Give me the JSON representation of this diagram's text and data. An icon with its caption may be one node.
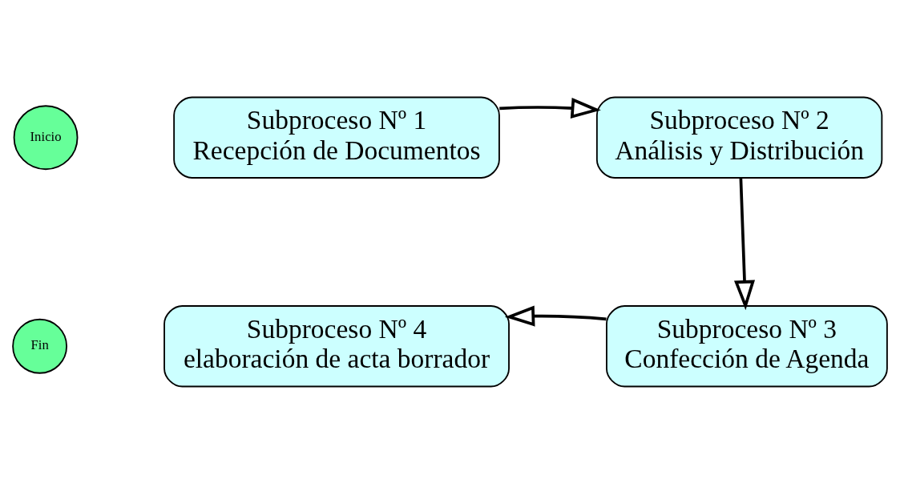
{
  "diagram": {
    "nodes": [
      {
        "text": [
          "Inicio"
        ]
      },
      {
        "text": [
          "Subproceso Nº 1",
          "Recepción de Documentos"
        ]
      },
      {
        "text": [
          "Subproceso Nº 2",
          "Análisis y Distribución"
        ]
      },
      {
        "text": [
          "Subproceso Nº 3",
          "Confección de Agenda"
        ]
      },
      {
        "text": [
          "Subproceso Nº 4",
          "elaboración de acta borrador"
        ]
      },
      {
        "text": [
          "Fin"
        ]
      }
    ],
    "edges": [
      {
        "from": 1,
        "to": 2,
        "arrow": "to"
      },
      {
        "from": 2,
        "to": 3,
        "arrow": "to"
      },
      {
        "from": 3,
        "to": 4,
        "arrow": "to"
      }
    ]
  }
}
